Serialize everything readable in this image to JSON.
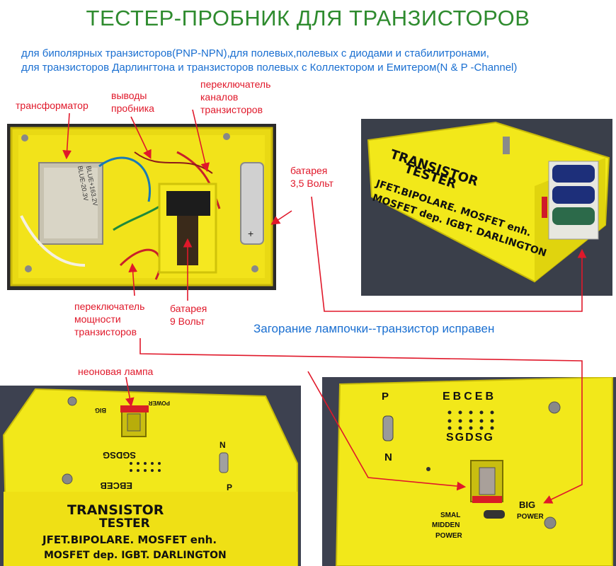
{
  "title": "ТЕСТЕР-ПРОБНИК ДЛЯ ТРАНЗИСТОРОВ",
  "subtitle_line1": "для биполярных транзисторов(PNP-NPN),для полевых,полевых с диодами и стабилитронами,",
  "subtitle_line2": "для транзисторов Дарлингтона и транзисторов полевых с Коллектором и Емитером(N & P -Channel)",
  "labels": {
    "transformer": "трансформатор",
    "probe_leads": "выводы\nпробника",
    "channel_switch": "переключатель\nканалов\nтранзисторов",
    "battery_35": "батарея\n3,5 Вольт",
    "power_switch": "переключатель\nмощности\nтранзисторов",
    "battery_9": "батарея\n9 Вольт",
    "neon_lamp": "неоновая лампа"
  },
  "status_text": "Загорание лампочки--транзистор исправен",
  "device_text": {
    "brand_line1": "TRANSISTOR",
    "brand_line2": "TESTER",
    "types_line1": "JFET.BIPOLARE. MOSFET enh.",
    "types_line2": "MOSFET dep. IGBT. DARLINGTON",
    "pins_top": "EBCEB",
    "pins_bottom": "SGDSG",
    "switch_p": "P",
    "switch_n": "N",
    "power_big": "BIG",
    "power_word": "POWER",
    "power_small": "SMAL",
    "power_midden": "MIDDEN",
    "transformer_marking1": "BLUE-20.3V",
    "transformer_marking2": "BLUE+163.2V"
  },
  "colors": {
    "title": "#2e8b2e",
    "subtitle": "#1a6fd1",
    "annotation": "#e0182a",
    "device": "#f2e81a"
  }
}
